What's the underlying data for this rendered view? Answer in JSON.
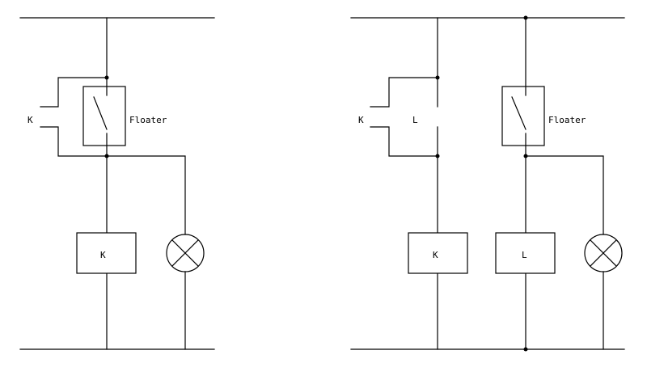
{
  "left_circuit": {
    "contact_label": "K",
    "floater_label": "Floater",
    "relay_label": "K"
  },
  "right_circuit": {
    "contact_k_label": "K",
    "contact_l_label": "L",
    "floater_label": "Floater",
    "relay_k_label": "K",
    "relay_l_label": "L"
  }
}
